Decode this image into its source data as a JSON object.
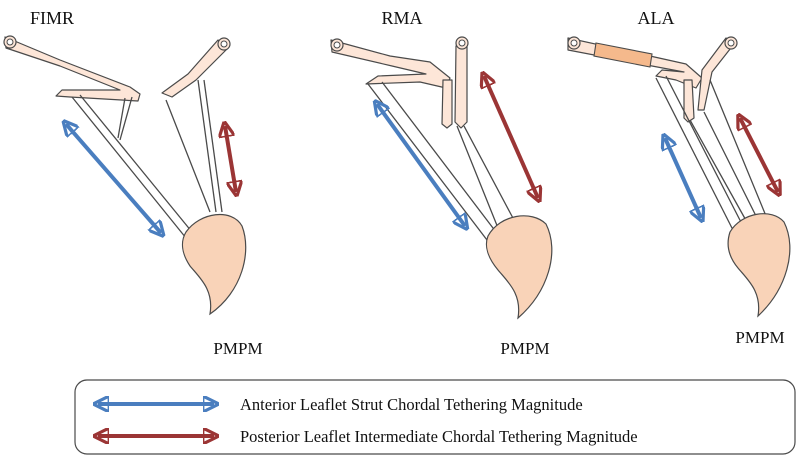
{
  "colors": {
    "tissue": "#fde6d8",
    "muscle": "#f9d3b8",
    "outline": "#4a4a4a",
    "anterior": "#4a7ebf",
    "posterior": "#9b3535",
    "ring": "#f5b98c"
  },
  "panels": [
    {
      "title": "FIMR",
      "pm_label": "PMPM"
    },
    {
      "title": "RMA",
      "pm_label": "PMPM"
    },
    {
      "title": "ALA",
      "pm_label": "PMPM"
    }
  ],
  "legend": {
    "items": [
      {
        "label": "Anterior Leaflet Strut Chordal Tethering Magnitude",
        "color": "anterior"
      },
      {
        "label": "Posterior Leaflet Intermediate Chordal Tethering Magnitude",
        "color": "posterior"
      }
    ]
  }
}
